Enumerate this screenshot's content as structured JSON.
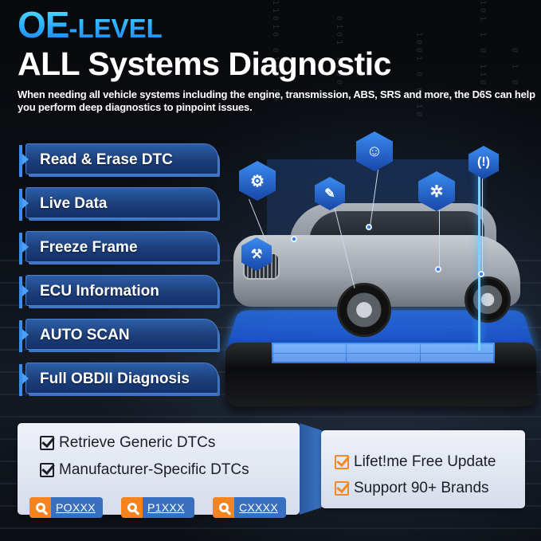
{
  "header": {
    "title_prefix": "OE",
    "title_suffix": "-LEVEL",
    "title_main": "ALL Systems Diagnostic",
    "subtitle": "When needing all vehicle systems including the engine, transmission, ABS, SRS and more, the D6S can help you perform deep diagnostics to pinpoint issues."
  },
  "features": [
    {
      "label": "Read & Erase DTC"
    },
    {
      "label": "Live Data"
    },
    {
      "label": "Freeze Frame"
    },
    {
      "label": "ECU Information"
    },
    {
      "label": "AUTO SCAN"
    },
    {
      "label": "Full OBDII Diagnosis"
    }
  ],
  "system_icons": [
    {
      "name": "engine-icon",
      "glyph": "⚙"
    },
    {
      "name": "seatbelt-icon",
      "glyph": "✎"
    },
    {
      "name": "airbag-icon",
      "glyph": "☺"
    },
    {
      "name": "transmission-icon",
      "glyph": "✲"
    },
    {
      "name": "tpms-icon",
      "glyph": "(!)"
    },
    {
      "name": "injector-icon",
      "glyph": "⚒"
    }
  ],
  "dtc_panel": {
    "items": [
      {
        "label": "Retrieve Generic DTCs"
      },
      {
        "label": "Manufacturer-Specific DTCs"
      }
    ],
    "codes": [
      {
        "code": "POXXX"
      },
      {
        "code": "P1XXX"
      },
      {
        "code": "CXXXX"
      }
    ]
  },
  "perks_panel": {
    "items": [
      {
        "label": "Lifet!me Free Update"
      },
      {
        "label": "Support 90+ Brands"
      }
    ]
  },
  "colors": {
    "accent_blue": "#2aa8ff",
    "panel_blue": "#1c3f7a",
    "orange": "#f5841f"
  }
}
